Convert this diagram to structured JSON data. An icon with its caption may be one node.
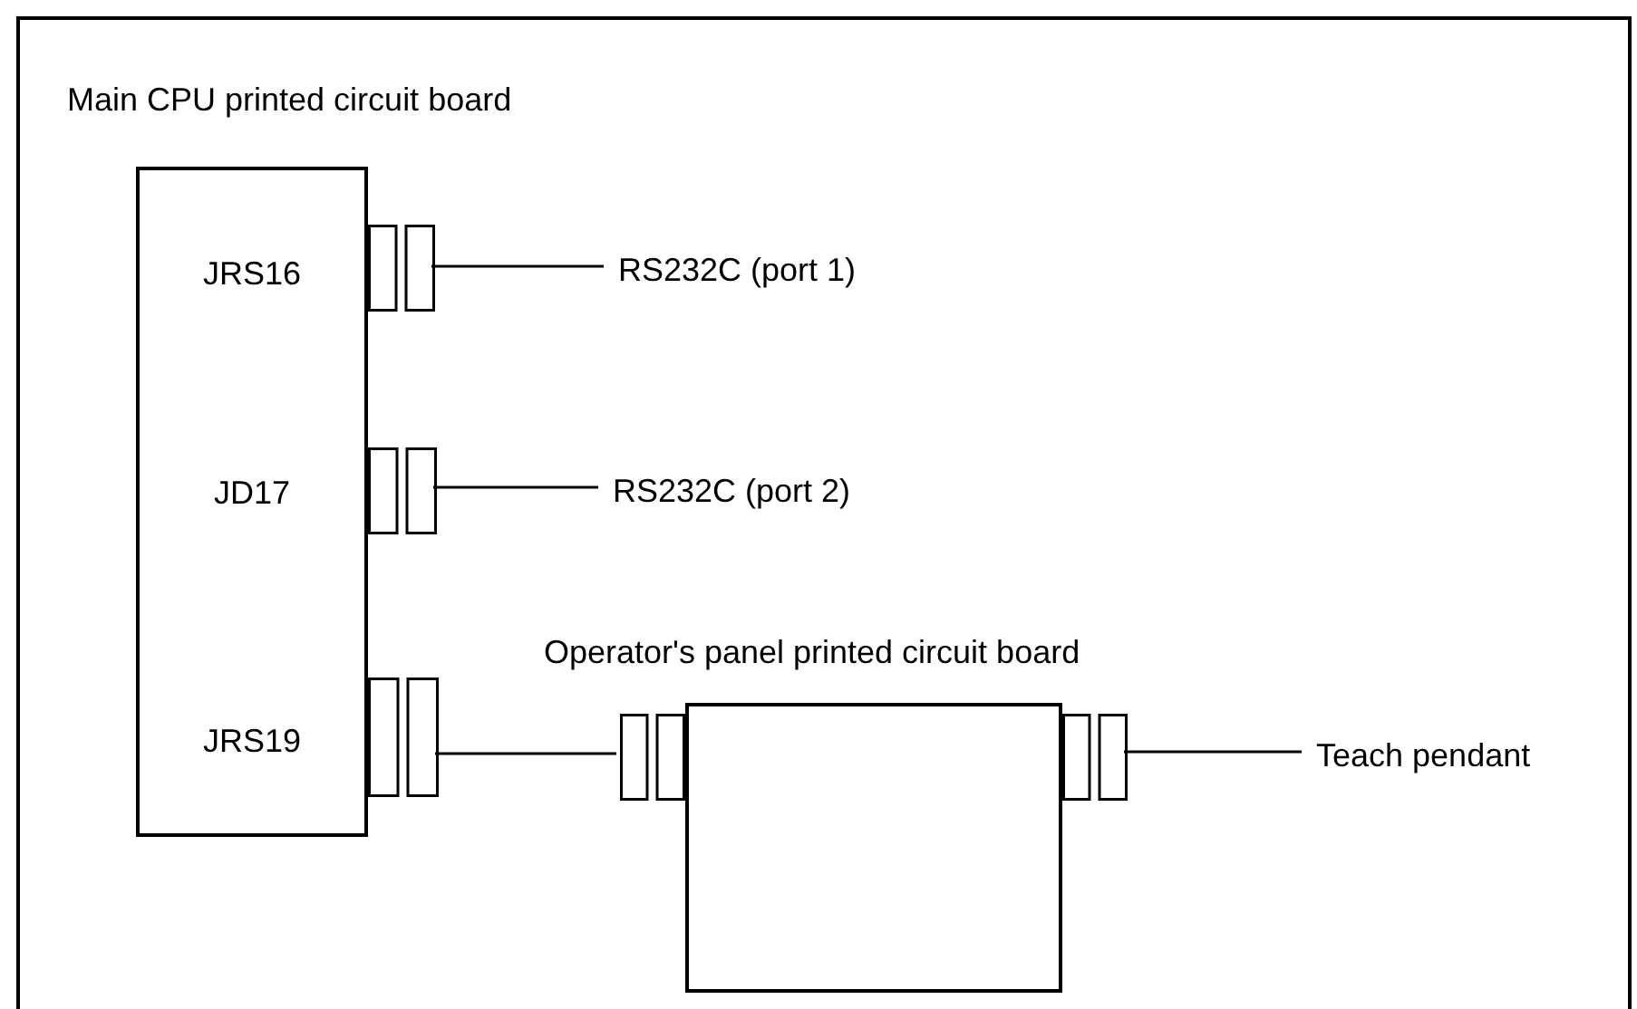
{
  "diagram": {
    "nodes": [
      {
        "text": [
          "Main CPU printed circuit board"
        ]
      },
      {
        "text": [
          "JRS16",
          "JD17",
          "JRS19"
        ],
        "in": 0
      },
      {
        "text": [],
        "shape": "box",
        "in": 0
      },
      {
        "text": [
          "RS232C (port 1)"
        ],
        "in": 0
      },
      {
        "text": [],
        "shape": "box",
        "in": 0
      },
      {
        "text": [
          "RS232C (port 2)"
        ],
        "in": 0
      },
      {
        "text": [],
        "shape": "box",
        "in": 0
      },
      {
        "text": [],
        "shape": "box",
        "in": 0
      },
      {
        "text": [
          "Operator's panel printed circuit board"
        ],
        "in": 0
      },
      {
        "text": [],
        "shape": "box",
        "in": 0
      },
      {
        "text": [
          "Teach pendant"
        ],
        "in": 0
      }
    ],
    "edges": [
      {
        "from": 2,
        "to": 3,
        "arrow": "none"
      },
      {
        "from": 4,
        "to": 5,
        "arrow": "none"
      },
      {
        "from": 6,
        "to": 7,
        "arrow": "none"
      },
      {
        "from": 9,
        "to": 10,
        "arrow": "none"
      }
    ]
  }
}
